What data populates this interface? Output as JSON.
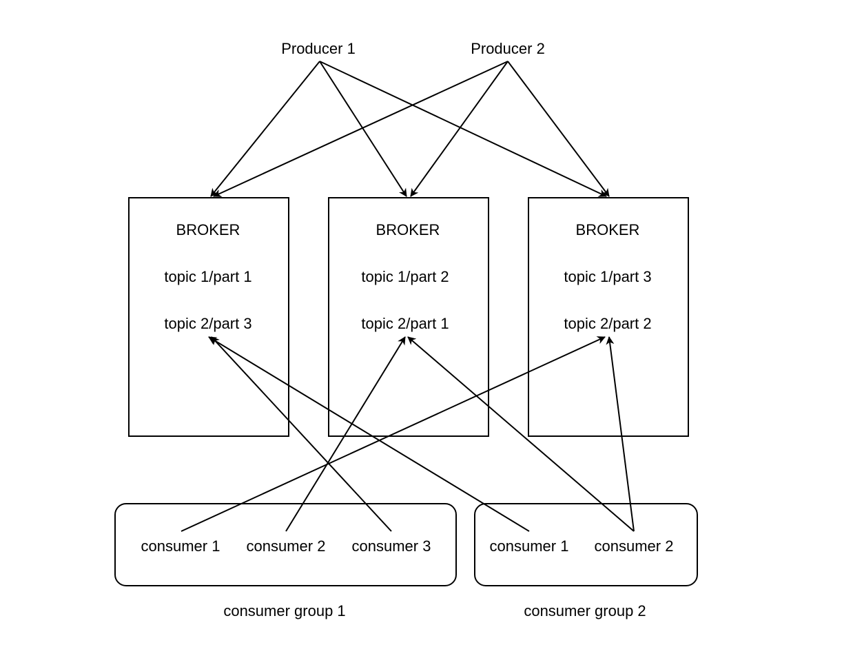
{
  "producers": [
    {
      "label": "Producer 1"
    },
    {
      "label": "Producer 2"
    }
  ],
  "brokers": [
    {
      "title": "BROKER",
      "partitions": [
        "topic 1/part 1",
        "topic 2/part 3"
      ]
    },
    {
      "title": "BROKER",
      "partitions": [
        "topic 1/part 2",
        "topic 2/part 1"
      ]
    },
    {
      "title": "BROKER",
      "partitions": [
        "topic 1/part 3",
        "topic 2/part 2"
      ]
    }
  ],
  "consumer_groups": [
    {
      "label": "consumer group 1",
      "consumers": [
        "consumer 1",
        "consumer 2",
        "consumer 3"
      ]
    },
    {
      "label": "consumer group 2",
      "consumers": [
        "consumer 1",
        "consumer 2"
      ]
    }
  ],
  "producer_edges": [
    {
      "from": "producer 0",
      "to": "broker 0"
    },
    {
      "from": "producer 0",
      "to": "broker 1"
    },
    {
      "from": "producer 0",
      "to": "broker 2"
    },
    {
      "from": "producer 1",
      "to": "broker 0"
    },
    {
      "from": "producer 1",
      "to": "broker 1"
    },
    {
      "from": "producer 1",
      "to": "broker 2"
    }
  ],
  "consumer_edges": [
    {
      "from": "group 0 consumer 0",
      "to": "broker 2 partition 1"
    },
    {
      "from": "group 0 consumer 1",
      "to": "broker 1 partition 1"
    },
    {
      "from": "group 0 consumer 2",
      "to": "broker 0 partition 1"
    },
    {
      "from": "group 1 consumer 0",
      "to": "broker 0 partition 1"
    },
    {
      "from": "group 1 consumer 1",
      "to": "broker 1 partition 1"
    },
    {
      "from": "group 1 consumer 1",
      "to": "broker 2 partition 1"
    }
  ]
}
